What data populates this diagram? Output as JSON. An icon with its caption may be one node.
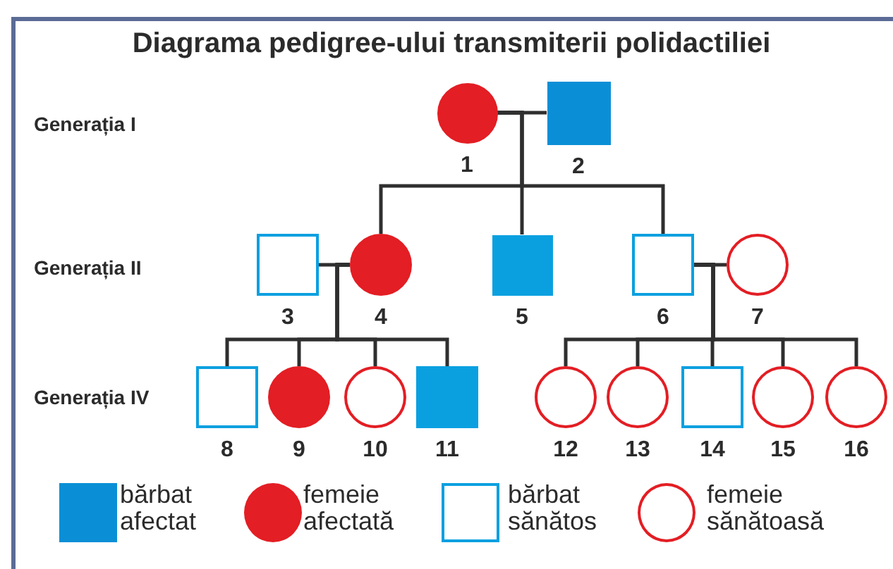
{
  "diagram": {
    "title": "Diagrama pedigree-ului transmiterii polidactiliei",
    "nodes": [
      {
        "text": [
          "1"
        ]
      },
      {
        "text": [
          "2"
        ]
      },
      {
        "text": [
          "3"
        ]
      },
      {
        "text": [
          "4"
        ]
      },
      {
        "text": [
          "5"
        ]
      },
      {
        "text": [
          "6"
        ]
      },
      {
        "text": [
          "7"
        ]
      },
      {
        "text": [
          "8"
        ]
      },
      {
        "text": [
          "9"
        ]
      },
      {
        "text": [
          "10"
        ]
      },
      {
        "text": [
          "11"
        ]
      },
      {
        "text": [
          "12"
        ]
      },
      {
        "text": [
          "13"
        ]
      },
      {
        "text": [
          "14"
        ]
      },
      {
        "text": [
          "15"
        ]
      },
      {
        "text": [
          "16"
        ]
      }
    ],
    "edges": [
      {
        "from": 0,
        "to": 1,
        "arrow": "none"
      },
      {
        "from": 2,
        "to": 3,
        "arrow": "none"
      },
      {
        "from": 5,
        "to": 6,
        "arrow": "none"
      },
      {
        "from": 0,
        "to": 3,
        "arrow": "none"
      },
      {
        "from": 0,
        "to": 4,
        "arrow": "none"
      },
      {
        "from": 0,
        "to": 5,
        "arrow": "none"
      },
      {
        "from": 3,
        "to": 7,
        "arrow": "none"
      },
      {
        "from": 3,
        "to": 8,
        "arrow": "none"
      },
      {
        "from": 3,
        "to": 9,
        "arrow": "none"
      },
      {
        "from": 3,
        "to": 10,
        "arrow": "none"
      },
      {
        "from": 5,
        "to": 11,
        "arrow": "none"
      },
      {
        "from": 5,
        "to": 12,
        "arrow": "none"
      },
      {
        "from": 5,
        "to": 13,
        "arrow": "none"
      },
      {
        "from": 5,
        "to": 14,
        "arrow": "none"
      },
      {
        "from": 5,
        "to": 15,
        "arrow": "none"
      }
    ],
    "labels": [
      "Generația I",
      "Generația II",
      "Generația IV"
    ],
    "legend": [
      {
        "text": "bărbat afectat",
        "color": "#0a8fd6"
      },
      {
        "text": "femeie afectată",
        "color": "#e31e24"
      },
      {
        "text": "bărbat sănătos"
      },
      {
        "text": "femeie sănătoasă"
      }
    ]
  }
}
